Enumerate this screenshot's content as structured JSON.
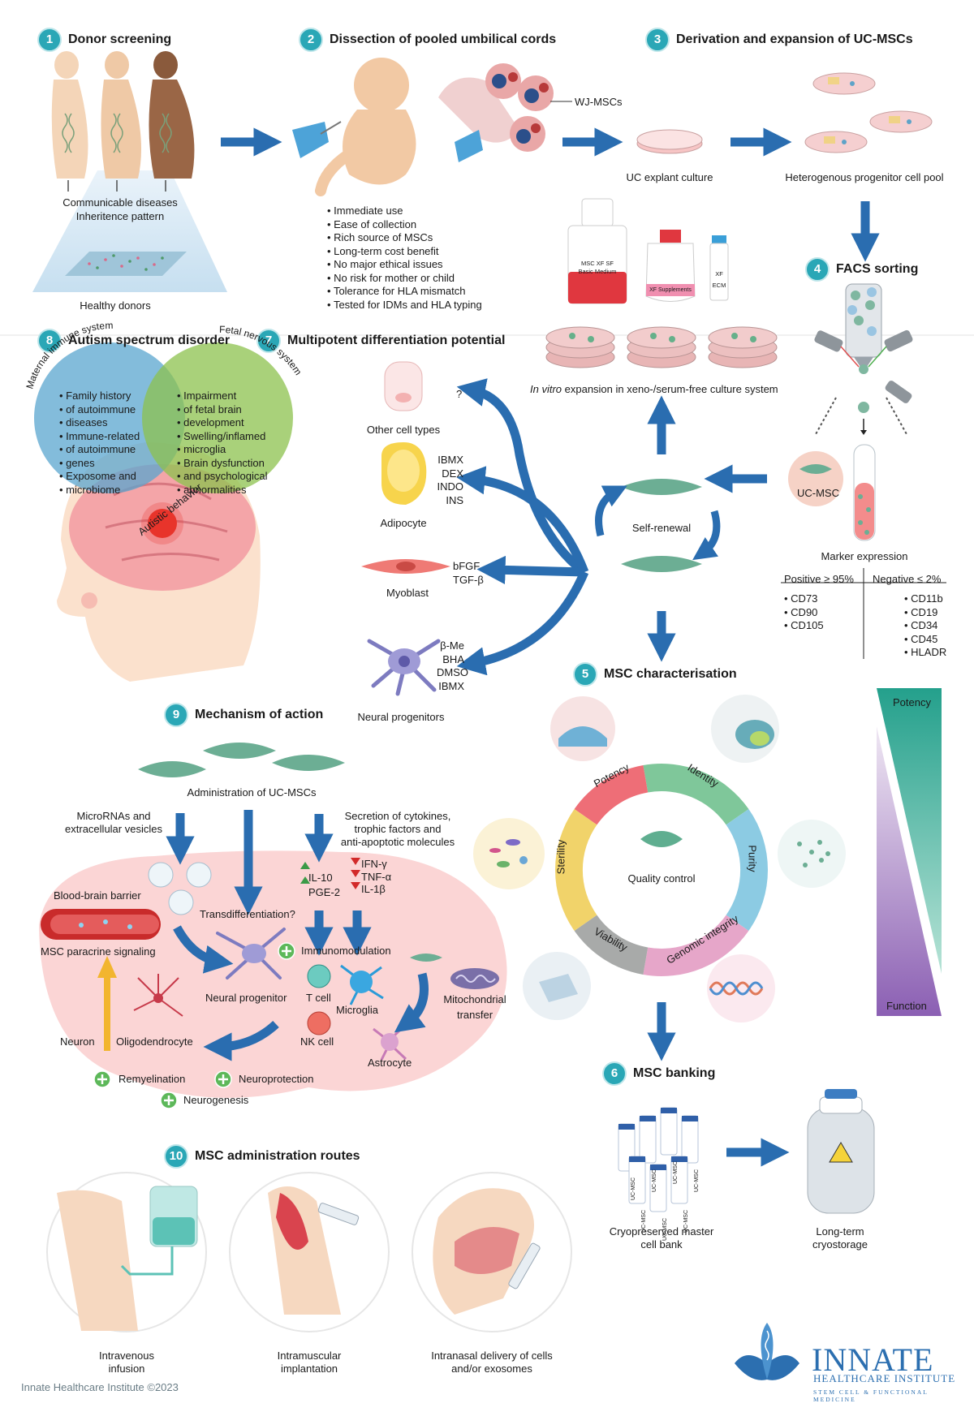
{
  "steps": {
    "s1": {
      "num": "1",
      "title": "Donor screening",
      "checks": [
        "Communicable diseases",
        "Inheritence pattern"
      ],
      "caption": "Healthy donors"
    },
    "s2": {
      "num": "2",
      "title": "Dissection of pooled umbilical cords",
      "wj_label": "WJ-MSCs",
      "benefits": [
        "Immediate use",
        "Ease of collection",
        "Rich source of MSCs",
        "Long-term cost benefit",
        "No major ethical issues",
        "No risk for mother or child",
        "Tolerance for HLA mismatch",
        "Tested for IDMs and HLA typing"
      ]
    },
    "s3": {
      "num": "3",
      "title": "Derivation and expansion of UC-MSCs",
      "explant": "UC explant culture",
      "pool": "Heterogenous progenitor cell pool",
      "bottle1": [
        "MSC XF SF",
        "Basic Medium"
      ],
      "bottle2": "XF Supplements",
      "bottle3": [
        "XF",
        "ECM"
      ],
      "expansion_italic": "In vitro",
      "expansion_rest": " expansion in xeno-/serum-free culture system"
    },
    "s4": {
      "num": "4",
      "title": "FACS sorting",
      "ucmsc": "UC-MSC",
      "marker_title": "Marker expression",
      "pos_header": "Positive ≥ 95%",
      "neg_header": "Negative ≤ 2%",
      "pos": [
        "CD73",
        "CD90",
        "CD105"
      ],
      "neg": [
        "CD11b",
        "CD19",
        "CD34",
        "CD45",
        "HLADR"
      ]
    },
    "s5": {
      "num": "5",
      "title": "MSC characterisation",
      "center": "Quality control",
      "segments": [
        "Potency",
        "Identity",
        "Purity",
        "Genomic integrity",
        "Viability",
        "Sterility"
      ],
      "potency_label": "Potency",
      "function_label": "Function"
    },
    "s6": {
      "num": "6",
      "title": "MSC banking",
      "tube_label": "UC-MSC",
      "bank": [
        "Cryopreserved master",
        "cell bank"
      ],
      "storage": [
        "Long-term",
        "cryostorage"
      ]
    },
    "s7": {
      "num": "7",
      "title": "Multipotent differentiation potential",
      "self_renewal": "Self-renewal",
      "question": "?",
      "other": "Other cell types",
      "adipocyte": "Adipocyte",
      "adipo_factors": [
        "IBMX",
        "DEX",
        "INDO",
        "INS"
      ],
      "myoblast": "Myoblast",
      "myo_factors": [
        "bFGF",
        "TGF-β"
      ],
      "neural": "Neural progenitors",
      "neural_factors": [
        "β-Me",
        "BHA",
        "DMSO",
        "IBMX"
      ]
    },
    "s8": {
      "num": "8",
      "title": "Autism spectrum disorder",
      "arc_left": "Maternal immune system",
      "arc_right": "Fetal nervous system",
      "left_items": [
        "Family history",
        "of autoimmune",
        "diseases",
        "Immune-related",
        "of autoimmune",
        "genes",
        "Exposome and",
        "microbiome"
      ],
      "right_items": [
        "Impairment",
        "of fetal brain",
        "development",
        "Swelling/inflamed",
        "microglia",
        "Brain dysfunction",
        "and psychological",
        "abnormalities"
      ],
      "center_label": "Autistic behavior"
    },
    "s9": {
      "num": "9",
      "title": "Mechanism of action",
      "admin": "Administration of UC-MSCs",
      "mirna": [
        "MicroRNAs and",
        "extracellular vesicles"
      ],
      "secretion": [
        "Secretion of cytokines,",
        "trophic factors and",
        "anti-apoptotic molecules"
      ],
      "up": [
        "IL-10",
        "PGE-2"
      ],
      "down": [
        "IFN-γ",
        "TNF-α",
        "IL-1β"
      ],
      "bbb": "Blood-brain barrier",
      "paracrine": "MSC paracrine signaling",
      "transdiff": "Transdifferentiation?",
      "immuno": "Immunomodulation",
      "neural_prog": "Neural progenitor",
      "tcell": "T cell",
      "microglia": "Microglia",
      "nkcell": "NK cell",
      "astrocyte": "Astrocyte",
      "mito": [
        "Mitochondrial",
        "transfer"
      ],
      "neuron": "Neuron",
      "oligo": "Oligodendrocyte",
      "remyelination": "Remyelination",
      "neuroprotection": "Neuroprotection",
      "neurogenesis": "Neurogenesis"
    },
    "s10": {
      "num": "10",
      "title": "MSC administration routes",
      "routes": [
        [
          "Intravenous",
          "infusion"
        ],
        [
          "Intramuscular",
          "implantation"
        ],
        [
          "Intranasal delivery of cells",
          "and/or exosomes"
        ]
      ]
    }
  },
  "footer": {
    "copyright": "Innate Healthcare Institute ©2023",
    "logo_main": "INNATE",
    "logo_sub": "HEALTHCARE INSTITUTE",
    "logo_tag": "STEM CELL & FUNCTIONAL MEDICINE"
  },
  "colors": {
    "teal": "#2aa7b6",
    "arrow_blue": "#2a6db0",
    "potency_red": "#ee6e77",
    "identity_green": "#7fc79a",
    "purity_blue": "#8ccbe3",
    "genomic_pink": "#e6a6c9",
    "viability_gray": "#a8aaa9",
    "sterility_yellow": "#f1d36a"
  }
}
